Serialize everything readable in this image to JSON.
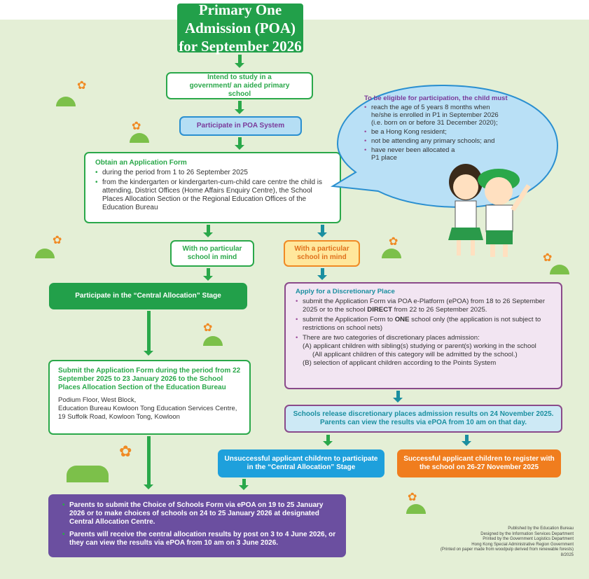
{
  "title": [
    "Primary One Admission (POA)",
    "for September 2026"
  ],
  "intend": "Intend to study in a government/ an aided primary school",
  "participate": "Participate in POA System",
  "obtain": {
    "heading": "Obtain an Application Form",
    "items": [
      "during the period from 1 to 26 September 2025",
      "from the kindergarten or kindergarten-cum-child care centre the child is attending, District Offices (Home Affairs Enquiry Centre), the School Places Allocation Section or the Regional Education Offices of the Education Bureau"
    ]
  },
  "no_school": "With no particular school in mind",
  "with_school": "With a particular school in mind",
  "central": "Participate in the “Central Allocation” Stage",
  "discretionary": {
    "heading": "Apply for a Discretionary Place",
    "item1": [
      "submit the Application Form via POA e-Platform (ePOA) from 18 to 26 September 2025 or to the school ",
      "DIRECT",
      " from 22 to 26 September 2025."
    ],
    "item2": [
      "submit the Application Form to ",
      "ONE",
      " school only (the application is not subject to restrictions on school nets)"
    ],
    "item3": "There are two categories of discretionary places admission:",
    "cat_a": "(A) applicant children with sibling(s) studying or parent(s) working in the school",
    "cat_a_note": "(All applicant children of this category will be admitted by the school.)",
    "cat_b": "(B) selection of applicant children according to the Points System"
  },
  "release": "Schools release discretionary places admission results on 24 November 2025. Parents can view the results via ePOA from 10 am on that day.",
  "submit": {
    "heading": "Submit the Application Form during the period from 22 September 2025 to 23 January 2026 to the School Places Allocation Section of the Education Bureau",
    "address": [
      "Podium Floor, West Block,",
      "Education Bureau Kowloon Tong Education Services Centre,",
      "19 Suffolk Road, Kowloon Tong, Kowloon"
    ]
  },
  "unsuccessful": "Unsuccessful applicant children to participate in the “Central Allocation” Stage",
  "successful": "Successful applicant children to register with the school on 26-27 November 2025",
  "final": [
    "Parents to submit the Choice of Schools Form via ePOA on 19 to 25 January 2026 or to make choices of schools on 24 to 25 January 2026 at designated Central Allocation Centre.",
    "Parents will receive the central allocation results by post on 3 to 4 June 2026, or they can view the results via ePOA from 10 am on 3 June 2026."
  ],
  "eligibility": {
    "heading": "To be eligible for participation, the child must",
    "items": [
      "reach the age of 5 years 8 months when he/she is enrolled in P1 in September 2026 (i.e. born on or before 31 December 2020);",
      "be a Hong Kong resident;",
      "not be attending any primary schools; and",
      "have never been allocated a P1 place"
    ]
  },
  "footer": [
    "Published by the Education Bureau",
    "Designed by the Information Services Department",
    "Printed by the Government Logistics Department",
    "Hong Kong Special Administrative Region Government",
    "(Printed on paper made from woodpulp derived from renewable forests)",
    "8/2025"
  ]
}
